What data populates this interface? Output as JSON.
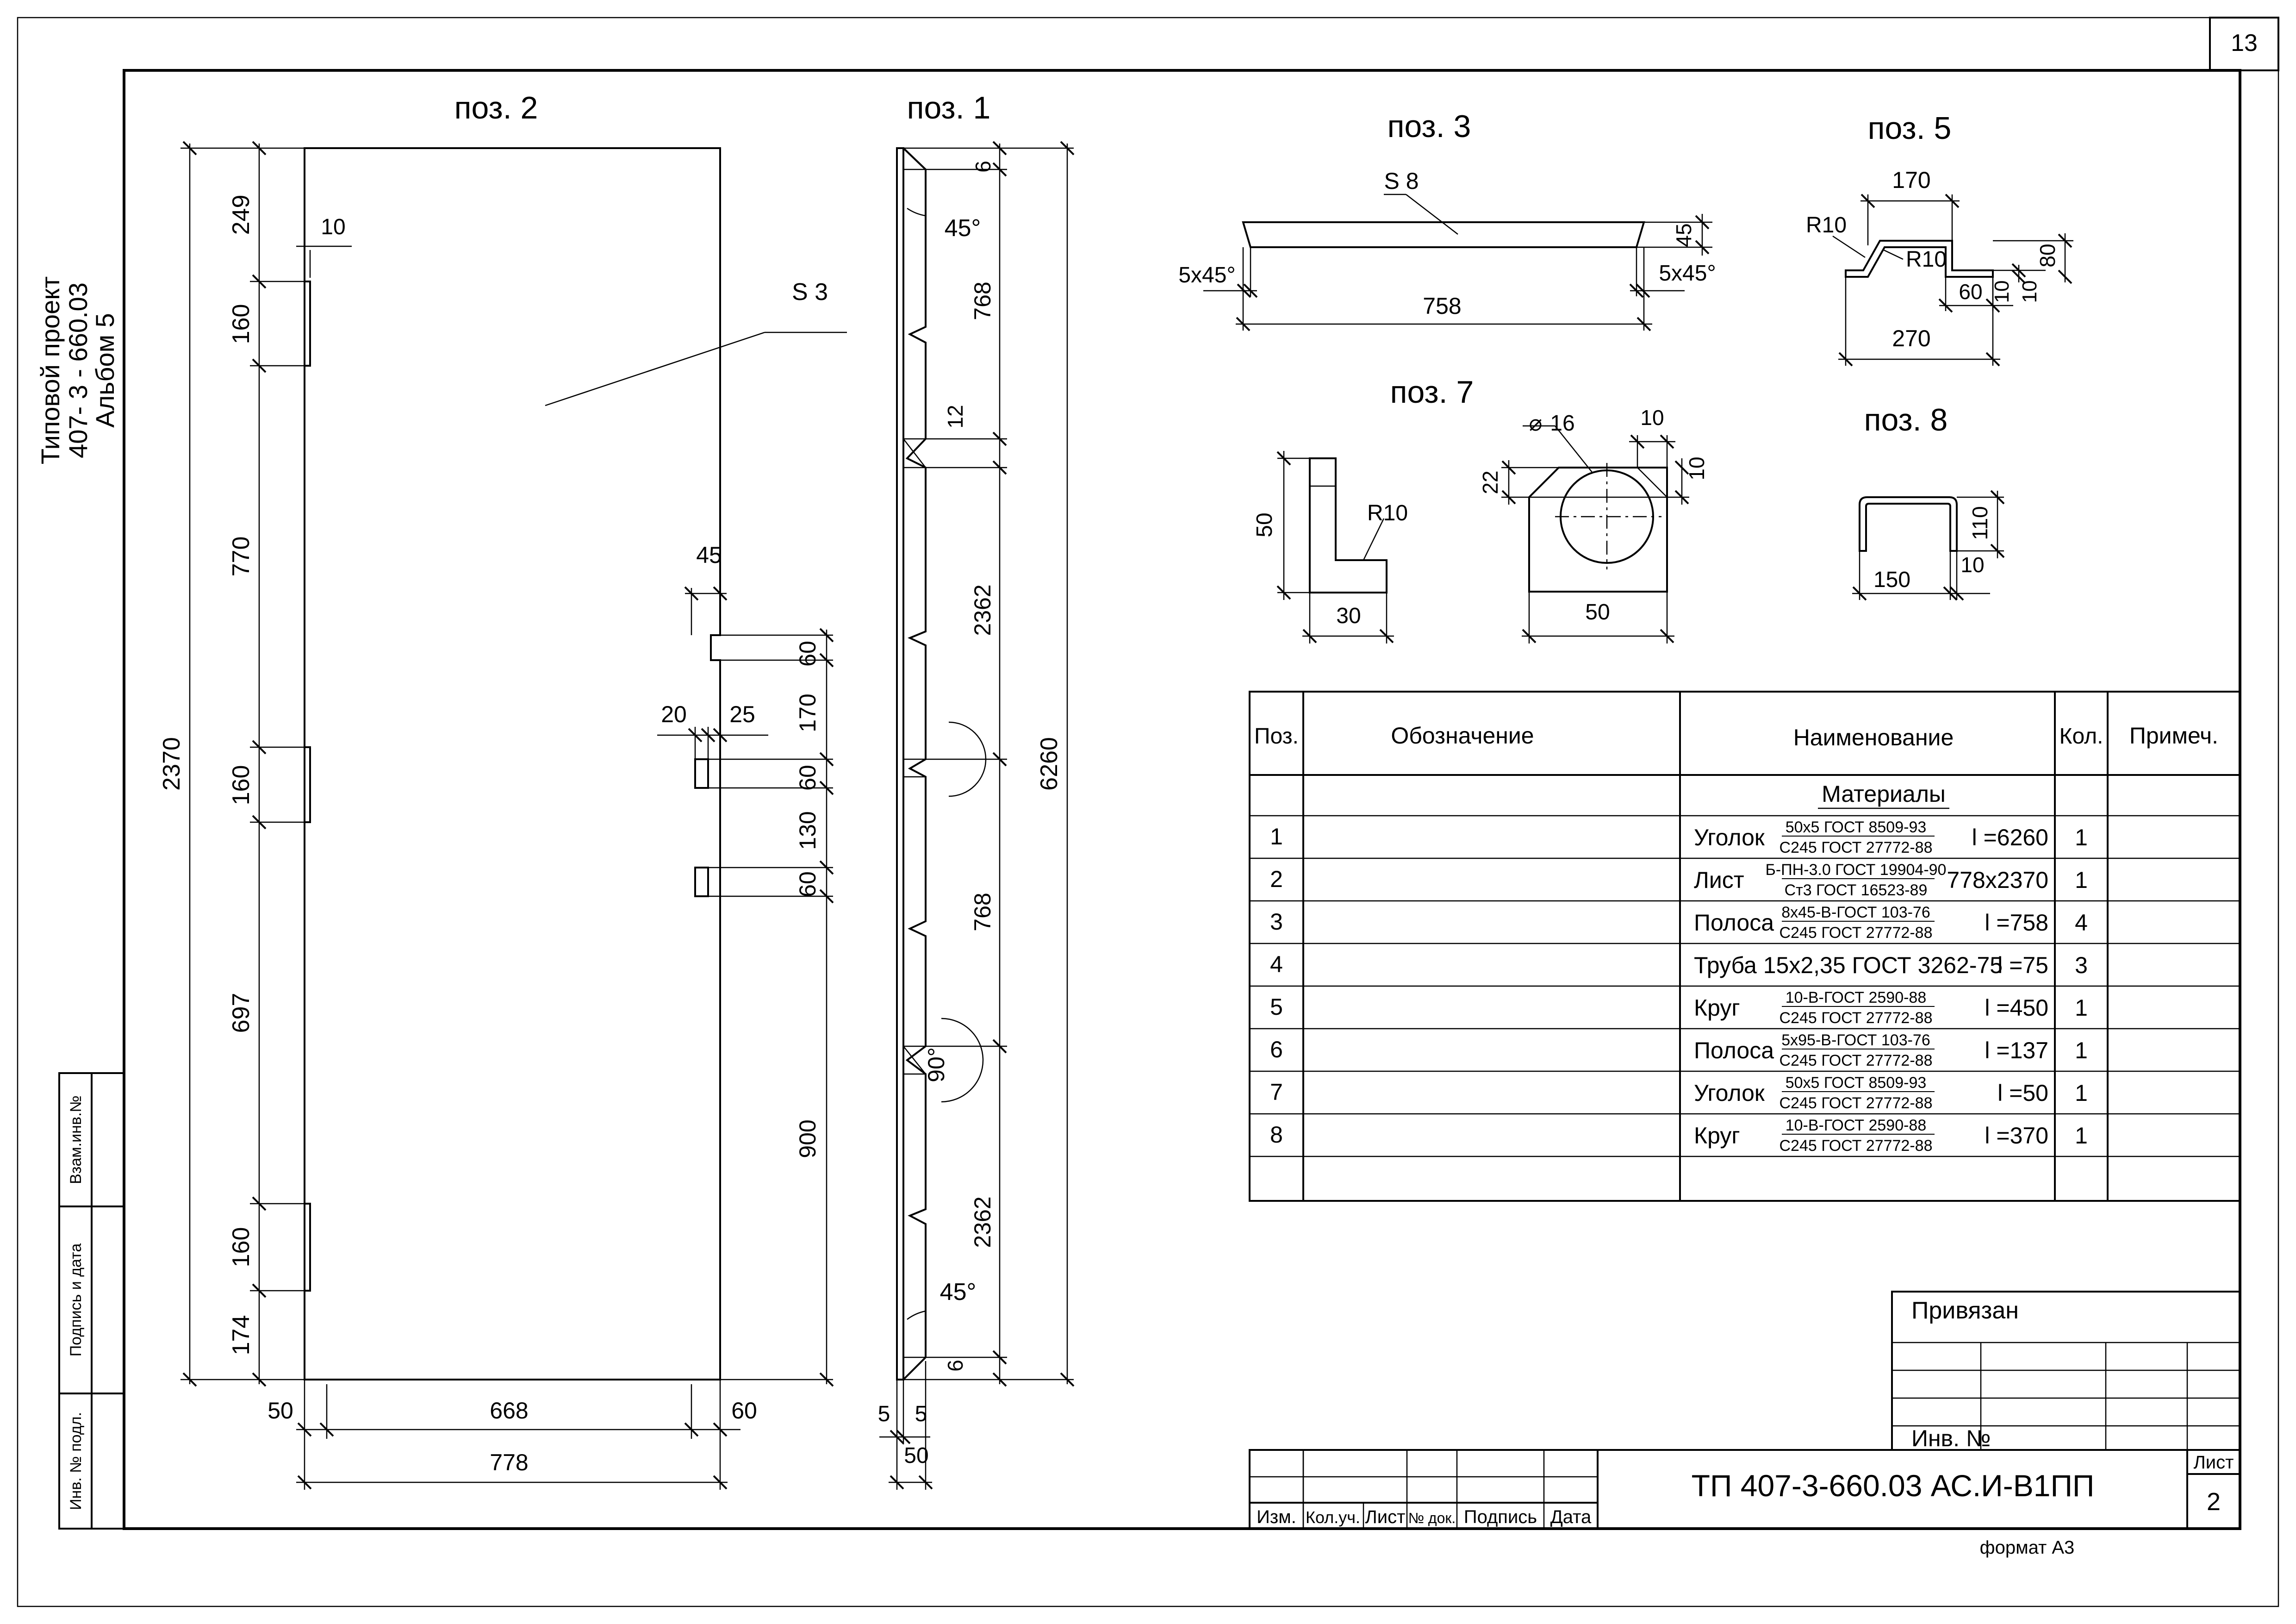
{
  "sheet_number": "13",
  "side_caption": {
    "line1": "Типовой проект",
    "line2": "407- 3 - 660.03",
    "line3": "Альбом 5"
  },
  "side_stamp": {
    "vzam_inv": "Взам.инв.№",
    "podpis_data": "Подпись и дата",
    "inv_podl": "Инв. № подл."
  },
  "pos_labels": {
    "p1": "поз. 1",
    "p2": "поз. 2",
    "p3": "поз. 3",
    "p5": "поз. 5",
    "p7": "поз. 7",
    "p8": "поз. 8"
  },
  "pos2": {
    "thickness": "S 3",
    "overall_height": "2370",
    "left_dims": [
      "249",
      "160",
      "770",
      "160",
      "697",
      "160",
      "174"
    ],
    "notch_depth": "10",
    "slot_width": "45",
    "right_dims": [
      "60",
      "170",
      "60",
      "130",
      "60",
      "900"
    ],
    "dim_20": "20",
    "dim_25": "25",
    "bottom_left": "50",
    "bottom_mid": "668",
    "bottom_right": "60",
    "bottom_total": "778"
  },
  "pos1": {
    "overall": "6260",
    "dims": [
      "6",
      "768",
      "12",
      "2362",
      "768",
      "2362",
      "6"
    ],
    "angle_45_top": "45°",
    "angle_90": "90°",
    "angle_45_bottom": "45°",
    "bottom_5a": "5",
    "bottom_5b": "5",
    "bottom_50": "50"
  },
  "pos3": {
    "thickness": "S 8",
    "length": "758",
    "height": "45",
    "chamfer_left": "5x45°",
    "chamfer_right": "5x45°"
  },
  "pos5": {
    "top": "170",
    "bottom": "270",
    "r_outer": "R10",
    "r_inner": "R10",
    "height": "80",
    "d60": "60",
    "d10a": "10",
    "d10b": "10"
  },
  "pos7": {
    "height": "50",
    "width": "30",
    "radius": "R10",
    "hole": "16",
    "plate_width": "50",
    "chamfer_h": "10",
    "chamfer_v": "10",
    "side": "22"
  },
  "pos8": {
    "width": "150",
    "height": "110",
    "thick": "10"
  },
  "spec": {
    "headers": [
      "Поз.",
      "Обозначение",
      "Наименование",
      "Кол.",
      "Примеч."
    ],
    "section": "Материалы",
    "rows": [
      {
        "pos": "1",
        "name": "Уголок",
        "num": "50х5 ГОСТ 8509-93",
        "den": "С245 ГОСТ 27772-88",
        "tail": "l =6260",
        "qty": "1"
      },
      {
        "pos": "2",
        "name": "Лист",
        "num": "Б-ПН-3.0 ГОСТ 19904-90",
        "den": "Ст3 ГОСТ 16523-89",
        "tail": "778х2370",
        "qty": "1"
      },
      {
        "pos": "3",
        "name": "Полоса",
        "num": "8х45-В-ГОСТ 103-76",
        "den": "С245 ГОСТ 27772-88",
        "tail": "l =758",
        "qty": "4"
      },
      {
        "pos": "4",
        "name": "Труба 15х2,35  ГОСТ 3262-75",
        "num": "",
        "den": "",
        "tail": "l =75",
        "qty": "3"
      },
      {
        "pos": "5",
        "name": "Круг",
        "num": "10-В-ГОСТ 2590-88",
        "den": "С245 ГОСТ 27772-88",
        "tail": "l =450",
        "qty": "1"
      },
      {
        "pos": "6",
        "name": "Полоса",
        "num": "5х95-В-ГОСТ 103-76",
        "den": "С245 ГОСТ 27772-88",
        "tail": "l =137",
        "qty": "1"
      },
      {
        "pos": "7",
        "name": "Уголок",
        "num": "50х5 ГОСТ 8509-93",
        "den": "С245 ГОСТ 27772-88",
        "tail": "l =50",
        "qty": "1"
      },
      {
        "pos": "8",
        "name": "Круг",
        "num": "10-В-ГОСТ 2590-88",
        "den": "С245 ГОСТ 27772-88",
        "tail": "l =370",
        "qty": "1"
      }
    ]
  },
  "title_block": {
    "privyazan": "Привязан",
    "inv_no": "Инв. №",
    "code": "ТП   407-3-660.03   АС.И-В1ПП",
    "list_label": "Лист",
    "list_no": "2",
    "cols": [
      "Изм.",
      "Кол.уч.",
      "Лист",
      "№ док.",
      "Подпись",
      "Дата"
    ]
  },
  "format": "формат А3"
}
